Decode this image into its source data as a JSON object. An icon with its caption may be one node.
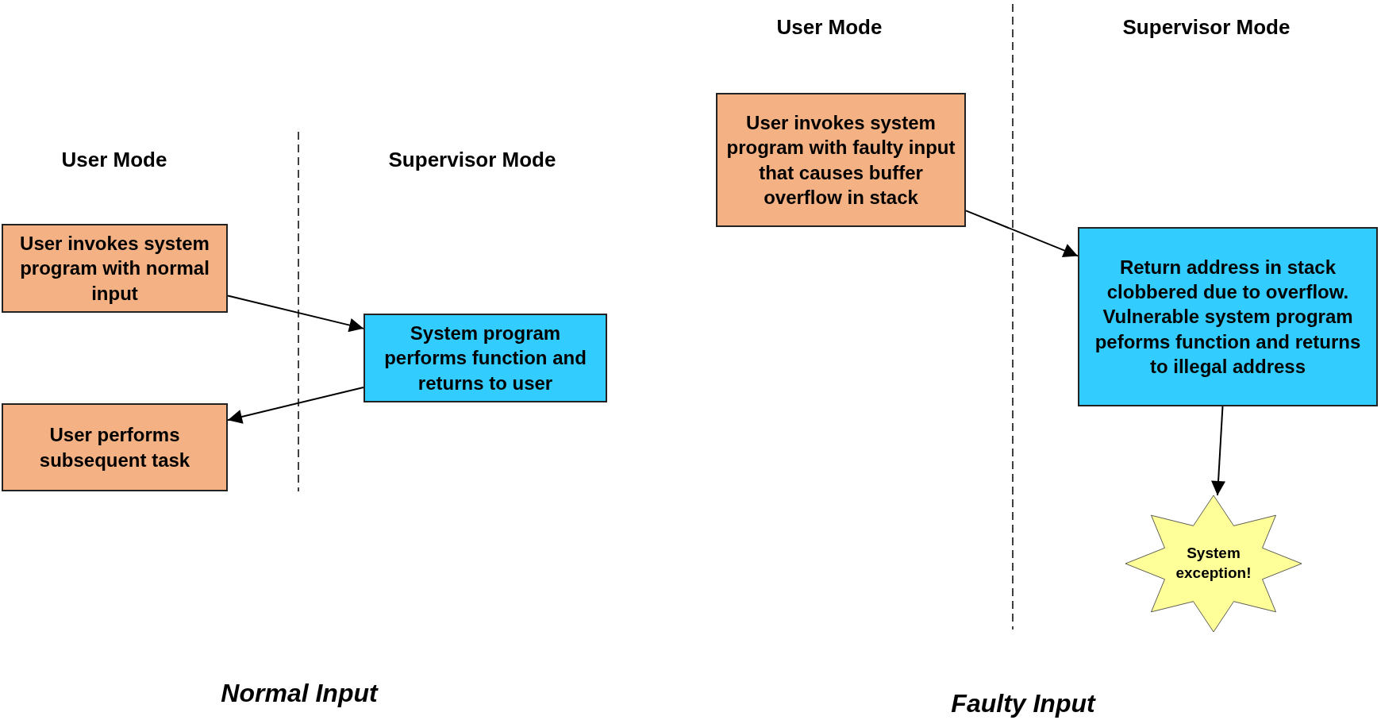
{
  "diagram": {
    "nodes": [
      {
        "text": [
          "User invokes system program with normal input"
        ]
      },
      {
        "text": [
          "System program performs function and returns to user"
        ]
      },
      {
        "text": [
          "User performs subsequent task"
        ]
      },
      {
        "text": [
          "User invokes system program with faulty input that causes buffer overflow in stack"
        ]
      },
      {
        "text": [
          "Return address in stack clobbered due to overflow. Vulnerable system program peforms function and returns to illegal address"
        ]
      },
      {
        "text": [
          "System exception!"
        ]
      }
    ],
    "edges": [
      {
        "from": 0,
        "to": 1,
        "arrow": "to"
      },
      {
        "from": 1,
        "to": 2,
        "arrow": "to"
      },
      {
        "from": 3,
        "to": 4,
        "arrow": "to"
      },
      {
        "from": 4,
        "to": 5,
        "arrow": "to"
      }
    ],
    "labels": [
      "User Mode",
      "Supervisor Mode",
      "Normal Input",
      "User Mode",
      "Supervisor Mode",
      "Faulty Input"
    ]
  }
}
